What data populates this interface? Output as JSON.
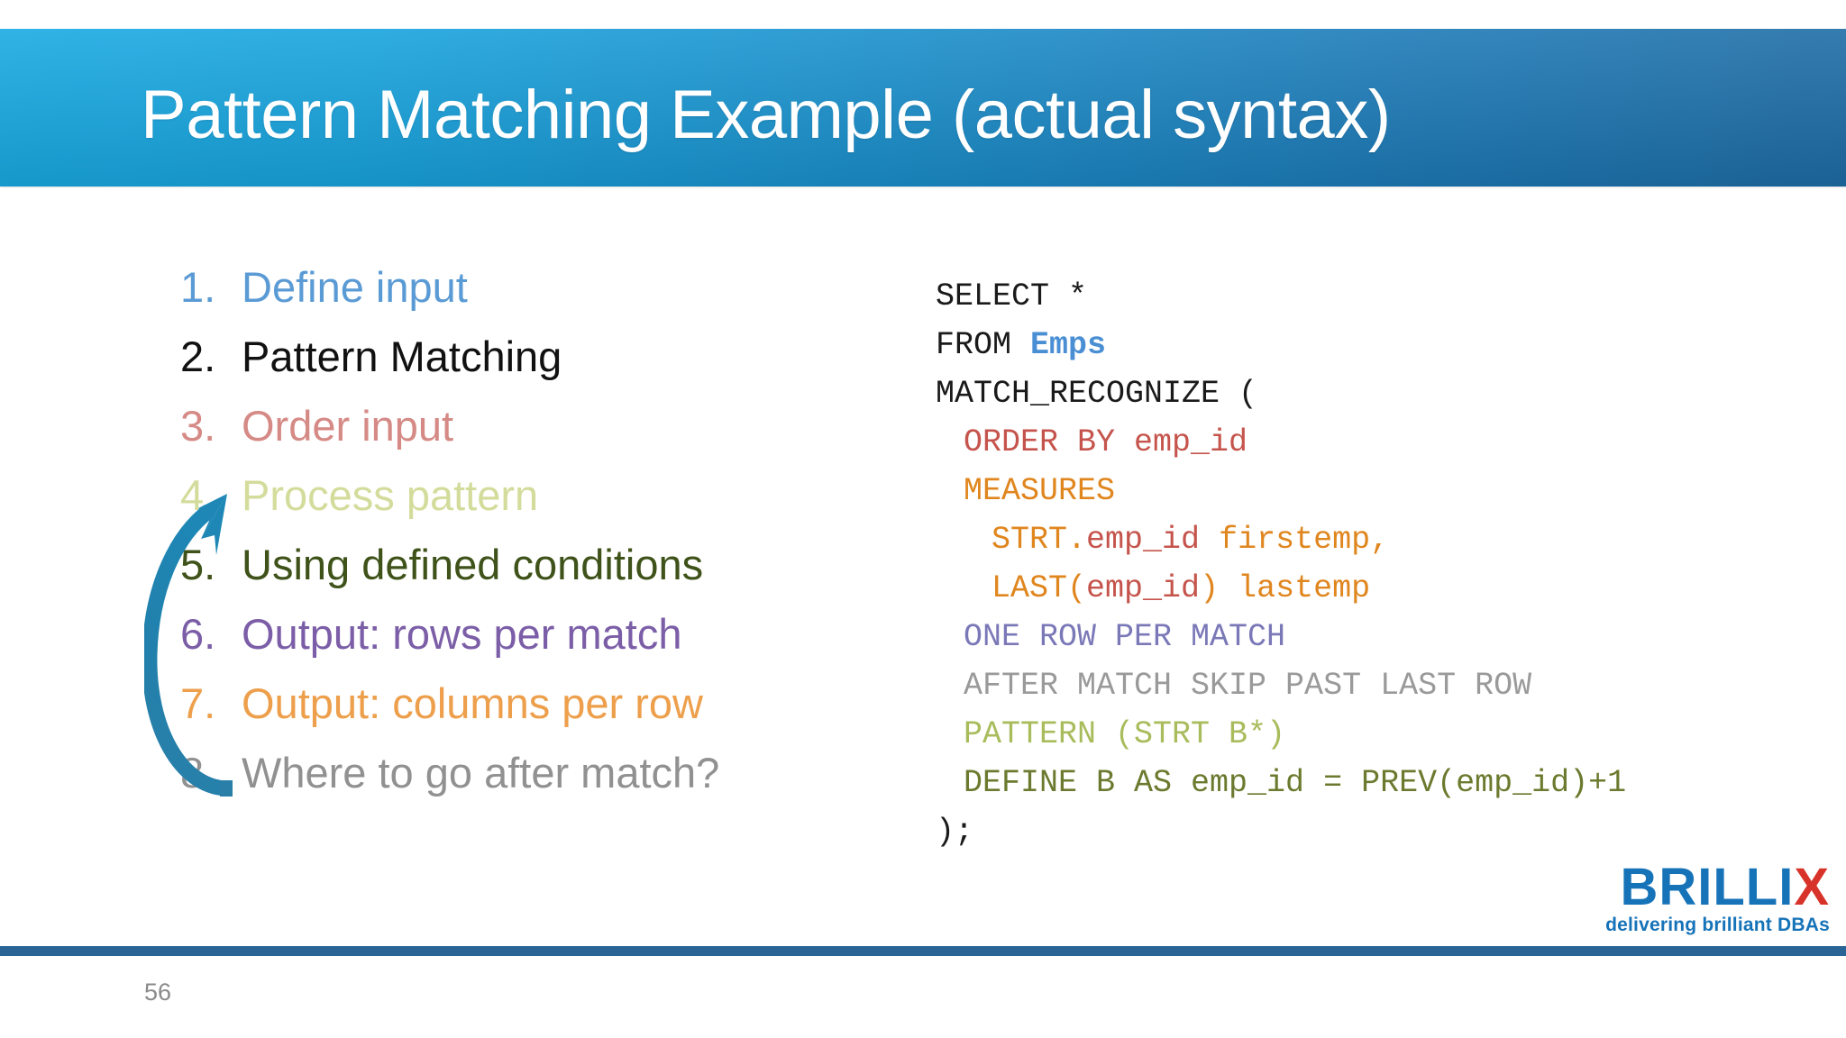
{
  "slide": {
    "title": "Pattern Matching Example (actual syntax)",
    "page_number": "56",
    "header_gradient_from": "#19AAE3",
    "header_gradient_to": "#1E6CA5",
    "footer_rule_color": "#2A6496",
    "page_number_color": "#8A8A8A"
  },
  "list": {
    "items": [
      {
        "num": "1.",
        "label": "Define input",
        "color": "#5B9BD5"
      },
      {
        "num": "2.",
        "label": "Pattern Matching",
        "color": "#111111"
      },
      {
        "num": "3.",
        "label": "Order input",
        "color": "#D58A86"
      },
      {
        "num": "4.",
        "label": "Process pattern",
        "color": "#D4DC9C"
      },
      {
        "num": "5.",
        "label": "Using defined conditions",
        "color": "#3E5219"
      },
      {
        "num": "6.",
        "label": "Output: rows per match",
        "color": "#7B5EA7"
      },
      {
        "num": "7.",
        "label": "Output: columns per row",
        "color": "#ED9F4B"
      },
      {
        "num": "8.",
        "label": "Where to go after match?",
        "color": "#919191"
      }
    ]
  },
  "arrow": {
    "name": "loop-back-arrow",
    "color_start": "#1E87B5",
    "color_end": "#2A7FA8",
    "points_from_item": "8.",
    "points_to_item": "4."
  },
  "code": {
    "lines": [
      {
        "indent": 0,
        "segments": [
          {
            "text": "SELECT *",
            "color": "#1A1A1A",
            "bold": false
          }
        ]
      },
      {
        "indent": 0,
        "segments": [
          {
            "text": "FROM ",
            "color": "#1A1A1A",
            "bold": false
          },
          {
            "text": "Emps",
            "color": "#4A8FD4",
            "bold": true
          }
        ]
      },
      {
        "indent": 0,
        "segments": [
          {
            "text": "MATCH_RECOGNIZE (",
            "color": "#1A1A1A",
            "bold": false
          }
        ]
      },
      {
        "indent": 1,
        "segments": [
          {
            "text": "ORDER BY emp_id",
            "color": "#C5544C",
            "bold": false
          }
        ]
      },
      {
        "indent": 1,
        "segments": [
          {
            "text": "MEASURES",
            "color": "#E0861F",
            "bold": false
          }
        ]
      },
      {
        "indent": 2,
        "segments": [
          {
            "text": "STRT.",
            "color": "#E0861F",
            "bold": false
          },
          {
            "text": "emp_id",
            "color": "#C5544C",
            "bold": false
          },
          {
            "text": " firstemp,",
            "color": "#E0861F",
            "bold": false
          }
        ]
      },
      {
        "indent": 2,
        "segments": [
          {
            "text": "LAST(",
            "color": "#E0861F",
            "bold": false
          },
          {
            "text": "emp_id",
            "color": "#C5544C",
            "bold": false
          },
          {
            "text": ") lastemp",
            "color": "#E0861F",
            "bold": false
          }
        ]
      },
      {
        "indent": 1,
        "segments": [
          {
            "text": "ONE ROW PER MATCH",
            "color": "#7B78B8",
            "bold": false
          }
        ]
      },
      {
        "indent": 1,
        "segments": [
          {
            "text": "AFTER MATCH SKIP PAST LAST ROW",
            "color": "#9A9A9A",
            "bold": false
          }
        ]
      },
      {
        "indent": 1,
        "segments": [
          {
            "text": "PATTERN (STRT B*)",
            "color": "#A8BC5C",
            "bold": false
          }
        ]
      },
      {
        "indent": 1,
        "segments": [
          {
            "text": "DEFINE B AS emp_id = PREV(emp_id)+1",
            "color": "#6B7A2E",
            "bold": false
          }
        ]
      },
      {
        "indent": 0,
        "segments": [
          {
            "text": ");",
            "color": "#1A1A1A",
            "bold": false
          }
        ]
      }
    ]
  },
  "logo": {
    "word_primary": "BRILLI",
    "word_accent": "X",
    "tagline": "delivering brilliant DBAs",
    "primary_color": "#1673B8",
    "accent_color": "#D8332A"
  }
}
